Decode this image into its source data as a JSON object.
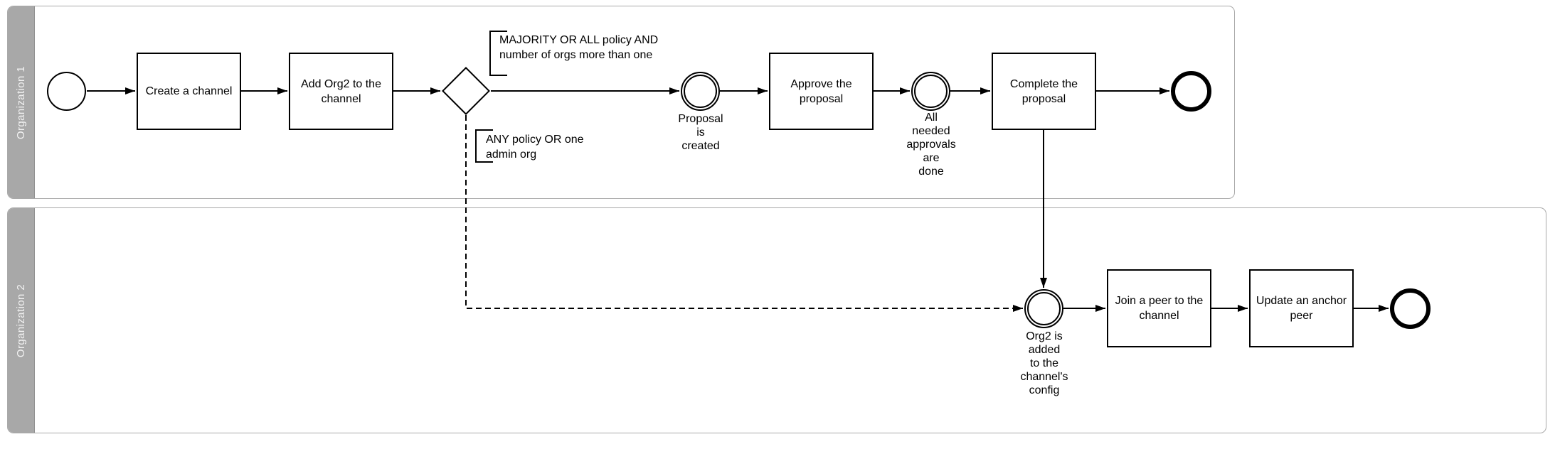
{
  "lanes": [
    {
      "label": "Organization 1"
    },
    {
      "label": "Organization 2"
    }
  ],
  "tasks": {
    "create_channel": "Create a channel",
    "add_org2": "Add Org2 to the\nchannel",
    "approve_proposal": "Approve the\nproposal",
    "complete_proposal": "Complete the\nproposal",
    "join_peer": "Join a peer to the\nchannel",
    "update_anchor": "Update an anchor\npeer"
  },
  "events": {
    "proposal_created": "Proposal\nis\ncreated",
    "approvals_done": "All\nneeded\napprovals\nare\ndone",
    "org2_added": "Org2 is\nadded\nto the\nchannel's\nconfig"
  },
  "flow_labels": {
    "majority_policy": "MAJORITY OR ALL policy AND\nnumber of orgs more than one",
    "any_policy": "ANY policy OR one\nadmin org"
  },
  "colors": {
    "lane_header_fill": "#a8a8a8",
    "lane_border": "#a9a9a9",
    "shape_stroke": "#000000",
    "background": "#ffffff"
  }
}
